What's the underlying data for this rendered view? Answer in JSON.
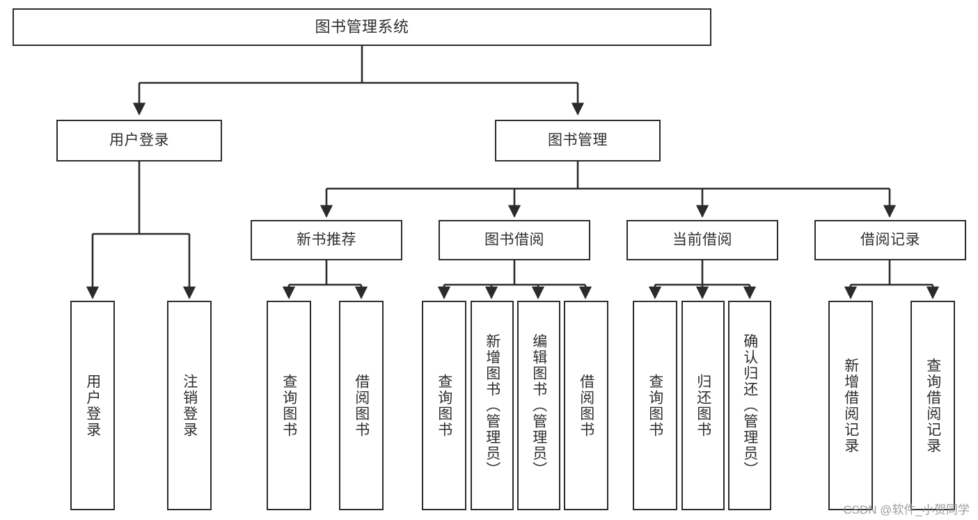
{
  "diagram": {
    "type": "tree-hierarchy-chart",
    "title": "图书管理系统",
    "orientation": "top-down",
    "line_color": "#2b2b2b",
    "box_border_color": "#2b2b2b",
    "box_fill_color": "#ffffff",
    "text_color": "#2e2e2e",
    "background_color": "#ffffff"
  },
  "root": {
    "label": "图书管理系统"
  },
  "level2": [
    {
      "label": "用户登录"
    },
    {
      "label": "图书管理"
    }
  ],
  "level3": [
    {
      "label": "新书推荐"
    },
    {
      "label": "图书借阅"
    },
    {
      "label": "当前借阅"
    },
    {
      "label": "借阅记录"
    }
  ],
  "leaves": {
    "user_login": [
      {
        "label": "用户登录"
      },
      {
        "label": "注销登录"
      }
    ],
    "new_book_recommend": [
      {
        "label": "查询图书"
      },
      {
        "label": "借阅图书"
      }
    ],
    "book_borrow": [
      {
        "label": "查询图书"
      },
      {
        "label": "新增图书（管理员）"
      },
      {
        "label": "编辑图书（管理员）"
      },
      {
        "label": "借阅图书"
      }
    ],
    "current_borrow": [
      {
        "label": "查询图书"
      },
      {
        "label": "归还图书"
      },
      {
        "label": "确认归还（管理员）"
      }
    ],
    "borrow_record": [
      {
        "label": "新增借阅记录"
      },
      {
        "label": "查询借阅记录"
      }
    ]
  },
  "watermark": {
    "text": "CSDN @软件_小贺同学"
  }
}
